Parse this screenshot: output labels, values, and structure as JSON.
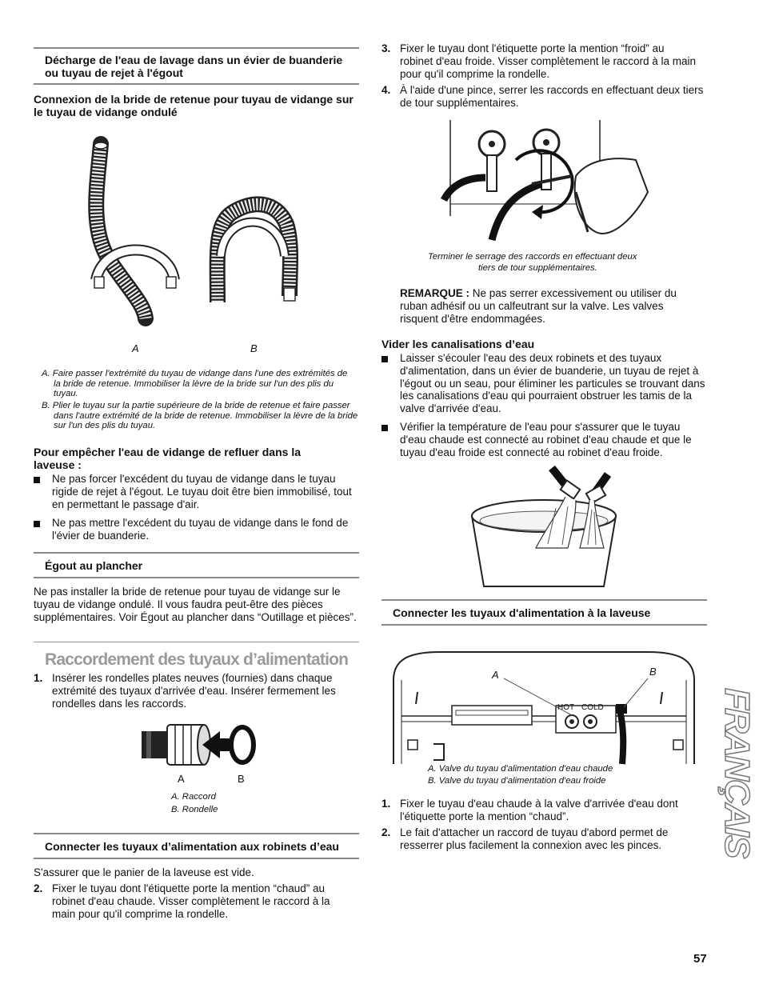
{
  "left": {
    "sec1_title": "Décharge de l'eau de lavage dans un évier de buanderie ou tuyau de rejet à l'égout",
    "sec2_title": "Connexion de la bride de retenue pour tuyau de vidange sur le tuyau de vidange ondulé",
    "fig1_label_a": "A",
    "fig1_label_b": "B",
    "fig1_cap_a": "A. Faire passer l'extrémité du tuyau de vidange dans l'une des extrémités de la bride de retenue. Immobiliser la lèvre de la bride sur l'un des plis du tuyau.",
    "fig1_cap_b": "B. Plier le tuyau sur la partie supérieure de la bride de retenue et faire passer dans l'autre extrémité de la bride de retenue. Immobiliser la lèvre de la bride sur l'un des plis du tuyau.",
    "backflow_title": "Pour empêcher l'eau de vidange de refluer dans la laveuse :",
    "backflow_b1": "Ne pas forcer l'excédent du tuyau de vidange dans le tuyau rigide de rejet à l'égout. Le tuyau doit être bien immobilisé, tout en permettant le passage d'air.",
    "backflow_b2": "Ne pas mettre l'excédent du tuyau de vidange dans le fond de l'évier de buanderie.",
    "floor_title": "Égout au plancher",
    "floor_text": "Ne pas installer la bride de retenue pour tuyau de vidange sur le tuyau de vidange ondulé. Il vous faudra peut-être des pièces supplémentaires. Voir Égout au plancher dans “Outillage et pièces”.",
    "main_title": "Raccordement des tuyaux d’alimentation",
    "step1_num": "1.",
    "step1": "Insérer les rondelles plates neuves (fournies) dans chaque extrémité des tuyaux d'arrivée d'eau. Insérer fermement les rondelles dans les raccords.",
    "fig2_label_a": "A",
    "fig2_label_b": "B",
    "fig2_cap_a": "A. Raccord",
    "fig2_cap_b": "B. Rondelle",
    "faucet_title": "Connecter les tuyaux d’alimentation aux robinets d’eau",
    "faucet_intro": "S'assurer que le panier de la laveuse est vide.",
    "step2_num": "2.",
    "step2": "Fixer le tuyau dont l'étiquette porte la mention “chaud” au robinet d'eau chaude. Visser complètement le raccord à la main pour qu'il comprime la rondelle."
  },
  "right": {
    "step3_num": "3.",
    "step3": "Fixer le tuyau dont l'étiquette porte la mention “froid” au robinet d'eau froide. Visser complètement le raccord à la main pour qu'il comprime la rondelle.",
    "step4_num": "4.",
    "step4": "À l'aide d'une pince, serrer les raccords en effectuant deux tiers de tour supplémentaires.",
    "fig3_cap_l1": "Terminer le serrage des raccords en effectuant deux",
    "fig3_cap_l2": "tiers de tour supplémentaires.",
    "note_label": "REMARQUE :",
    "note_text": " Ne pas serrer excessivement ou utiliser du ruban adhésif ou un calfeutrant sur la valve. Les valves risquent d'être endommagées.",
    "flush_title": "Vider les canalisations d’eau",
    "flush_b1": "Laisser s'écouler l'eau des deux robinets et des tuyaux d'alimentation, dans un évier de buanderie, un tuyau de rejet à l'égout ou un seau, pour éliminer les particules se trouvant dans les canalisations d'eau qui pourraient obstruer les tamis de la valve d'arrivée d'eau.",
    "flush_b2": "Vérifier la température de l'eau pour s'assurer que le tuyau d'eau chaude est connecté au robinet d'eau chaude et que le tuyau d'eau froide est connecté au robinet d'eau froide.",
    "washer_title": "Connecter les tuyaux d'alimentation à la laveuse",
    "fig5_label_a": "A",
    "fig5_label_b": "B",
    "fig5_hot": "HOT",
    "fig5_cold": "COLD",
    "fig5_cap_a": "A. Valve du tuyau d'alimentation d'eau chaude",
    "fig5_cap_b": "B. Valve du tuyau d'alimentation d'eau froide",
    "rstep1_num": "1.",
    "rstep1": "Fixer le tuyau d'eau chaude à la valve d'arrivée d'eau dont l'étiquette porte la mention “chaud”.",
    "rstep2_num": "2.",
    "rstep2": "Le fait d'attacher un raccord de tuyau d'abord permet de resserrer plus facilement la connexion avec les pinces."
  },
  "side_tab": "FRANÇAIS",
  "page_number": "57"
}
